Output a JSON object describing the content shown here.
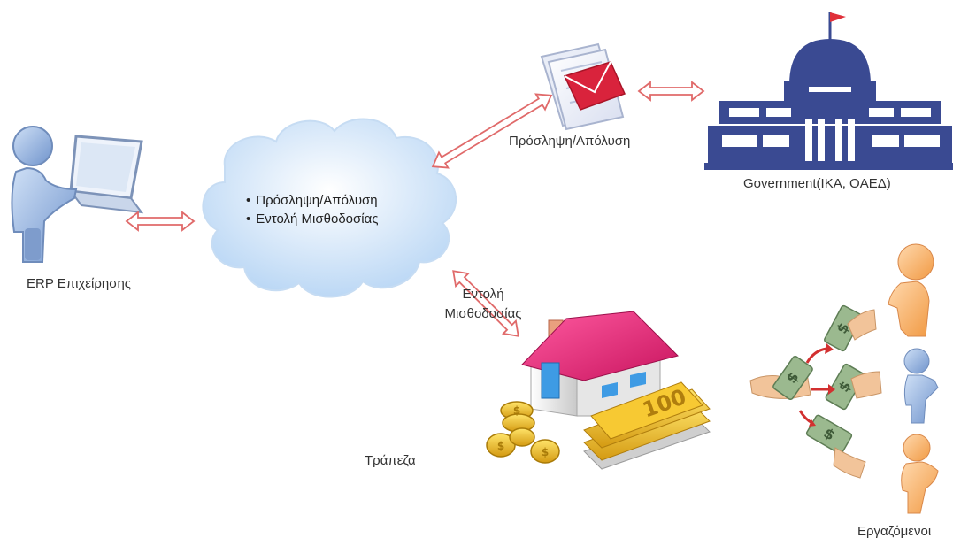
{
  "nodes": {
    "erp": {
      "label": "ERP Επιχείρησης",
      "icon": "user-laptop-icon"
    },
    "cloud": {
      "icon": "cloud-icon",
      "items": [
        "Πρόσληψη/Απόλυση",
        "Εντολή Μισθοδοσίας"
      ]
    },
    "document": {
      "label": "Πρόσληψη/Απόλυση",
      "icon": "document-mail-icon"
    },
    "government": {
      "label": "Government(IKA, OAEΔ)",
      "icon": "government-building-icon"
    },
    "bank": {
      "label": "Τράπεζα",
      "icon": "bank-house-money-icon"
    },
    "employees": {
      "label": "Εργαζόμενοι",
      "icon": "employees-payment-icon"
    }
  },
  "edges": {
    "cloud_bank_label": "Εντολή Μισθοδοσίας"
  },
  "colors": {
    "arrow_fill": "#ffffff",
    "arrow_stroke": "#e06a6a",
    "cloud_fill": "#d7e9fb",
    "government": "#3a4a92",
    "roof": "#e8307a",
    "gold": "#f2c230",
    "money_green": "#8fae84",
    "person_orange": "#f7b36d",
    "person_blue": "#8faedc"
  }
}
